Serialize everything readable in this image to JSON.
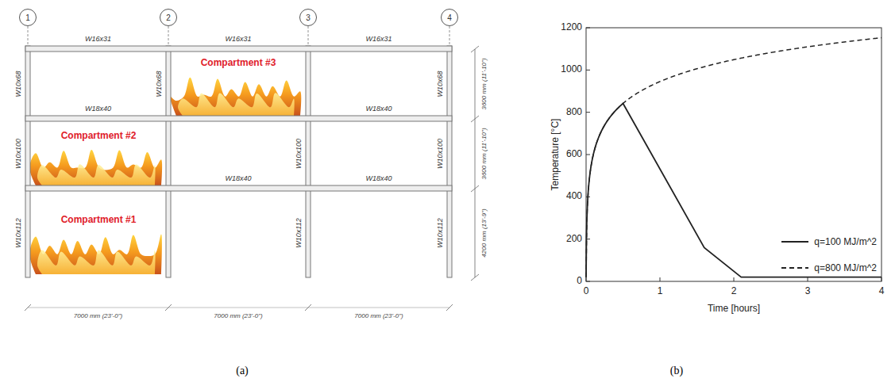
{
  "diagram": {
    "nodes": [
      {
        "text": [
          "1"
        ]
      },
      {
        "text": [
          "2"
        ]
      },
      {
        "text": [
          "3"
        ]
      },
      {
        "text": [
          "4"
        ]
      }
    ],
    "labels": [
      "W16x31",
      "W16x31",
      "W16x31",
      "W18x40",
      "W18x40",
      "W18x40",
      "W18x40",
      "W10x68",
      "W10x100",
      "W10x112",
      "W10x68",
      "W10x100",
      "W10x112",
      "W10x68",
      "W10x100",
      "W10x112",
      "Compartment #3",
      "Compartment #2",
      "Compartment #1",
      "3600 mm (11'-10\")",
      "3600 mm (11'-10\")",
      "4200 mm (13'-9\")",
      "7000 mm (23'-0\")",
      "7000 mm (23'-0\")",
      "7000 mm (23'-0\")",
      "(a)",
      "(b)",
      "0",
      "200",
      "400",
      "600",
      "800",
      "1000",
      "1200",
      "0",
      "1",
      "2",
      "3",
      "4",
      "Temperature [°C]",
      "Time [hours]"
    ],
    "legend": [
      {
        "text": "q=100 MJ/m^2"
      },
      {
        "text": "q=800 MJ/m^2"
      }
    ]
  }
}
